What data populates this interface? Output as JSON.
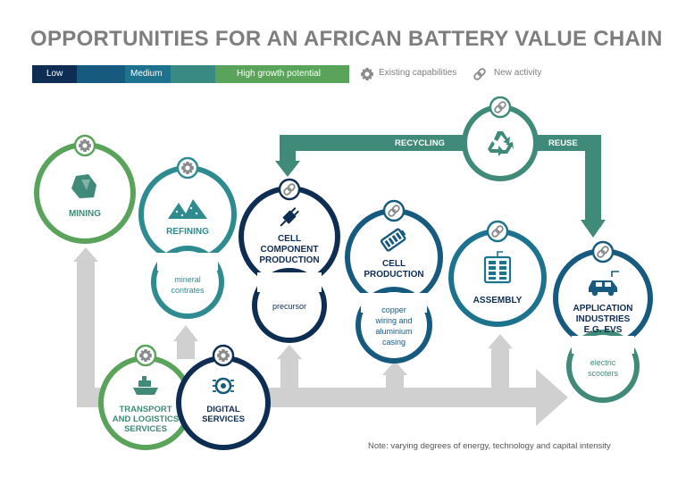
{
  "title": "OPPORTUNITIES FOR AN AFRICAN BATTERY VALUE CHAIN",
  "legend": {
    "low": "Low",
    "medium": "Medium",
    "high": "High growth potential",
    "existing": "Existing capabilities",
    "new_activity": "New activity"
  },
  "colors": {
    "low": "#0e2d52",
    "low_mid": "#165a7f",
    "medium": "#1d738e",
    "medium_high": "#3a8a84",
    "high": "#5aa35b",
    "arrow_gray": "#d0d0d0",
    "recycle_teal": "#3f8a78"
  },
  "loop": {
    "recycling": "RECYCLING",
    "reuse": "REUSE"
  },
  "nodes": {
    "mining": {
      "title": "MINING"
    },
    "refining": {
      "title": "REFINING",
      "sub_line1": "mineral",
      "sub_line2": "contrates"
    },
    "cell_component": {
      "title_line1": "CELL",
      "title_line2": "COMPONENT",
      "title_line3": "PRODUCTION",
      "sub": "precursor"
    },
    "cell_production": {
      "title_line1": "CELL",
      "title_line2": "PRODUCTION",
      "sub_line1": "copper",
      "sub_line2": "wiring and",
      "sub_line3": "aluminium",
      "sub_line4": "casing"
    },
    "assembly": {
      "title": "ASSEMBLY"
    },
    "application": {
      "title_line1": "APPLICATION",
      "title_line2": "INDUSTRIES",
      "title_line3": "E.G. EVS",
      "sub_line1": "electric",
      "sub_line2": "scooters"
    },
    "transport": {
      "title_line1": "TRANSPORT",
      "title_line2": "AND LOGISTICS",
      "title_line3": "SERVICES"
    },
    "digital": {
      "title_line1": "DIGITAL",
      "title_line2": "SERVICES"
    }
  },
  "note": "Note: varying degrees of energy, technology and capital intensity",
  "icons": [
    "gear-icon",
    "chain-link-icon",
    "recycle-icon",
    "rock-icon",
    "mountain-icon",
    "plug-icon",
    "battery-icon",
    "battery-pack-icon",
    "electric-car-icon",
    "ship-icon",
    "digital-chip-icon"
  ]
}
